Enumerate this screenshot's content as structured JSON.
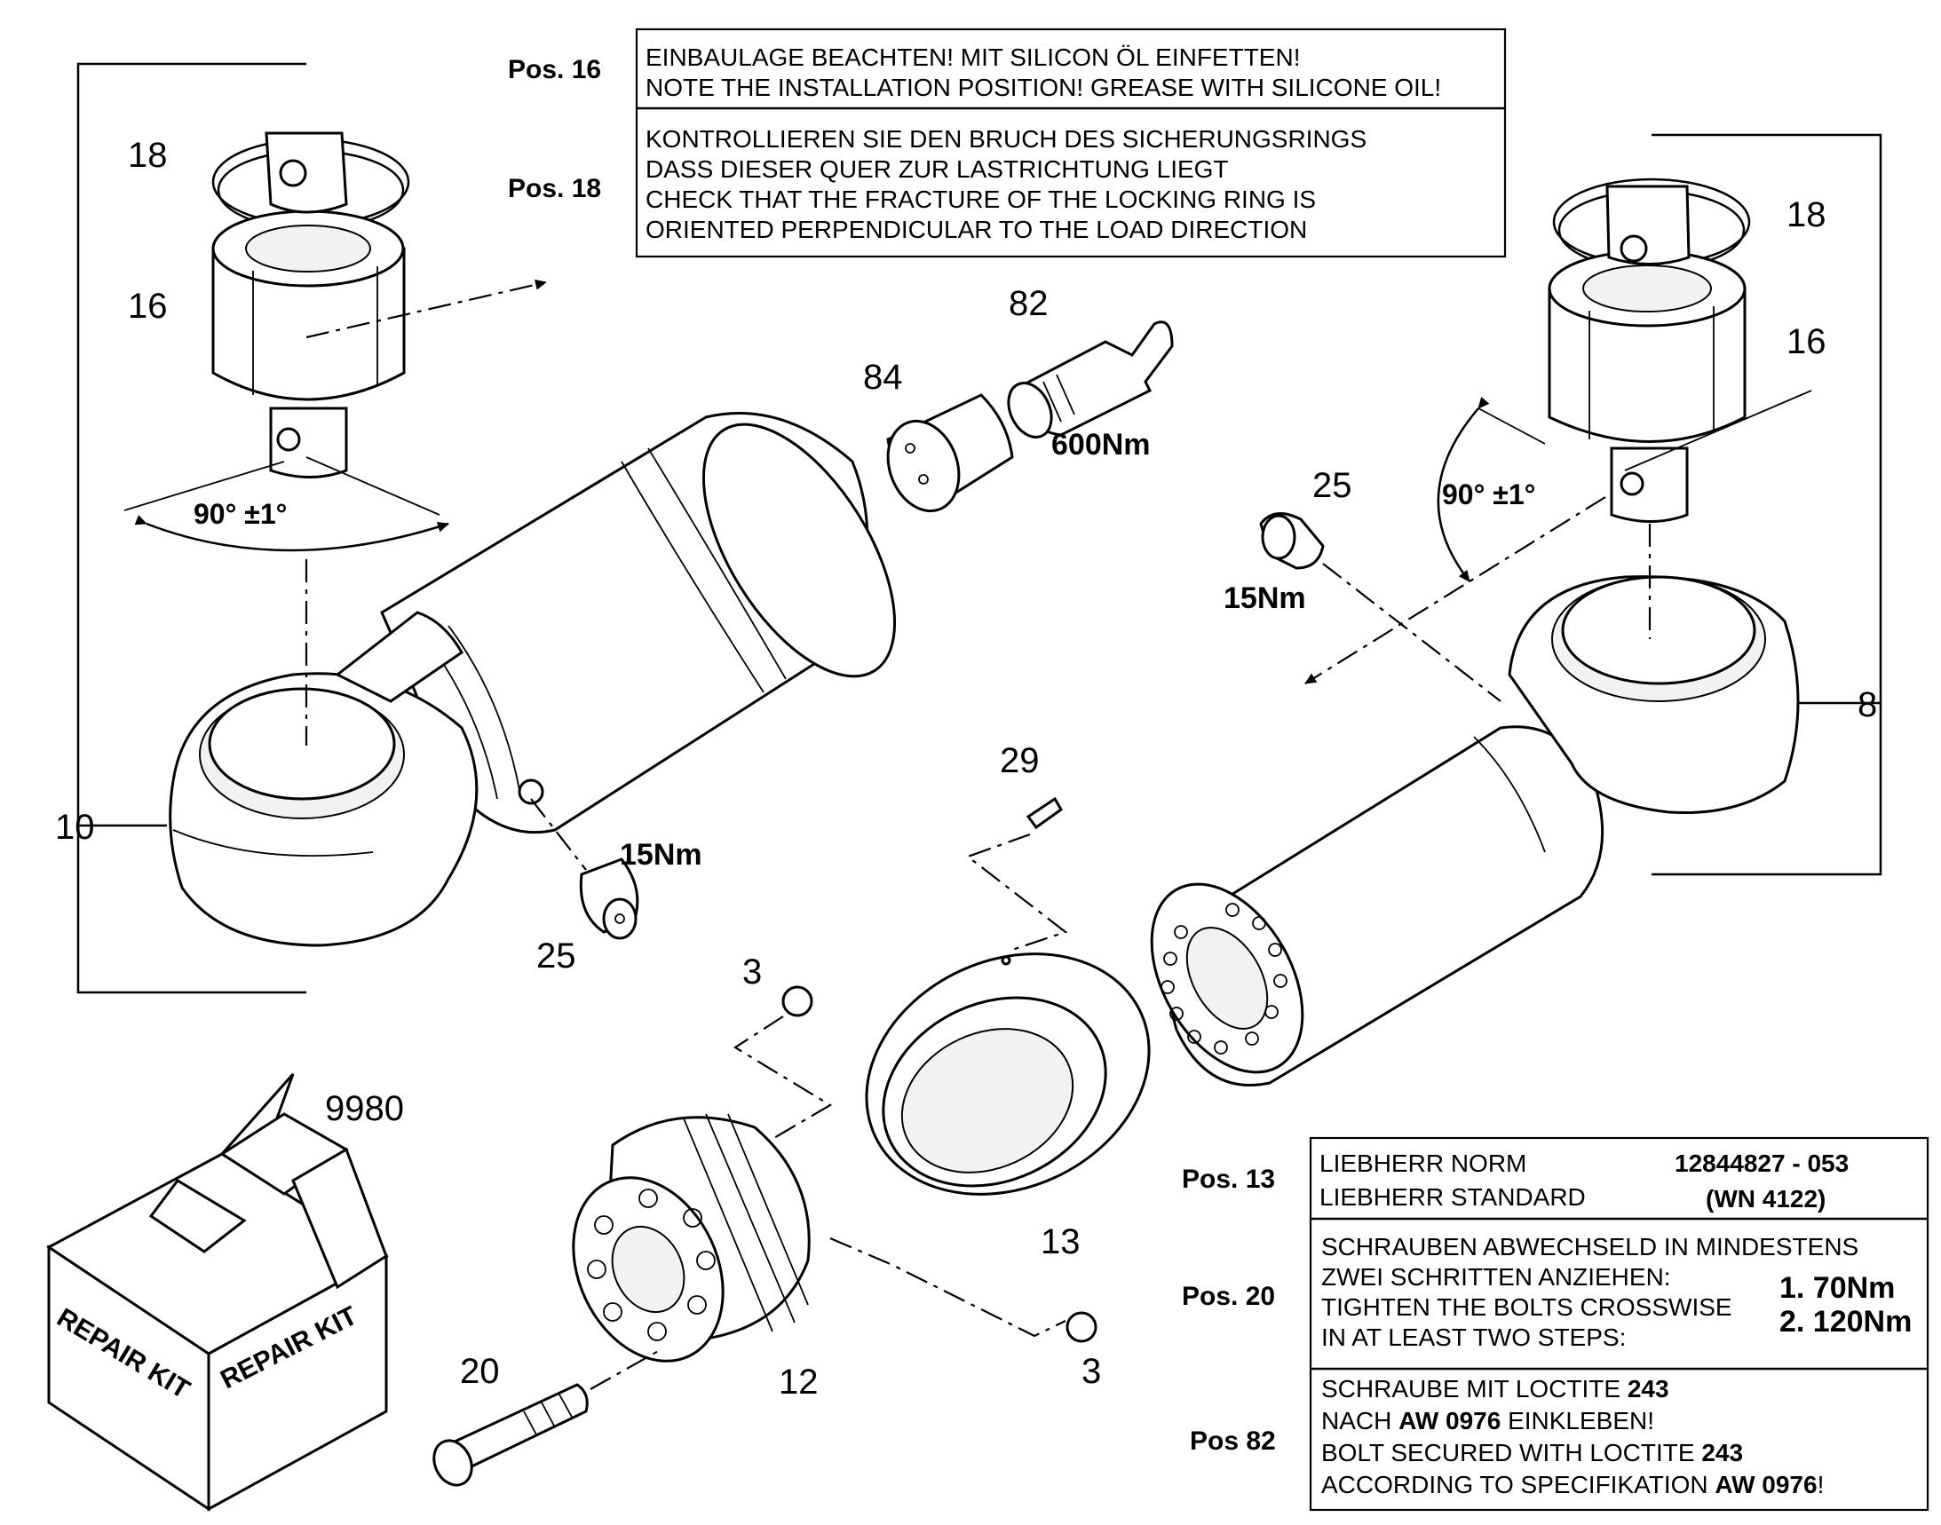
{
  "notes_top": {
    "pos16_label": "Pos. 16",
    "pos16_line1": "EINBAULAGE BEACHTEN! MIT SILICON ÖL EINFETTEN!",
    "pos16_line2": "NOTE THE INSTALLATION POSITION! GREASE WITH SILICONE OIL!",
    "pos18_label": "Pos. 18",
    "pos18_line1": "KONTROLLIEREN SIE DEN BRUCH DES SICHERUNGSRINGS",
    "pos18_line2": "DASS DIESER QUER ZUR LASTRICHTUNG LIEGT",
    "pos18_line3": "CHECK THAT THE FRACTURE OF THE LOCKING RING IS",
    "pos18_line4": "ORIENTED PERPENDICULAR TO THE LOAD DIRECTION"
  },
  "notes_bottom": {
    "pos13_label": "Pos. 13",
    "pos13_line1": "LIEBHERR NORM",
    "pos13_line2": "LIEBHERR STANDARD",
    "pos13_num": "12844827 - 053",
    "pos13_std": "(WN 4122)",
    "pos20_label": "Pos. 20",
    "pos20_line1": "SCHRAUBEN ABWECHSELD IN MINDESTENS",
    "pos20_line2": "ZWEI SCHRITTEN ANZIEHEN:",
    "pos20_line3": "TIGHTEN THE BOLTS CROSSWISE",
    "pos20_line4": "IN AT LEAST TWO STEPS:",
    "pos20_step1": "1.   70Nm",
    "pos20_step2": "2. 120Nm",
    "pos82_label": "Pos 82",
    "pos82_l1a": "SCHRAUBE MIT LOCTITE ",
    "pos82_l1b": "243",
    "pos82_l2a": "NACH ",
    "pos82_l2b": "AW 0976",
    "pos82_l2c": " EINKLEBEN!",
    "pos82_l3a": "BOLT SECURED WITH LOCTITE ",
    "pos82_l3b": "243",
    "pos82_l4a": "ACCORDING TO SPECIFIKATION ",
    "pos82_l4b": "AW 0976",
    "pos82_l4c": "!"
  },
  "callouts": {
    "left_bracket": "10",
    "right_bracket": "8",
    "left_ring": "18",
    "left_bearing": "16",
    "right_ring": "18",
    "right_bearing": "16",
    "fitting_84": "84",
    "fitting_82": "82",
    "grease_left": "25",
    "grease_right": "25",
    "set_screw": "29",
    "ball_upper": "3",
    "ball_lower": "3",
    "head_ring": "13",
    "piston": "12",
    "bolt": "20",
    "kit_number": "9980"
  },
  "torques": {
    "fitting_82": "600Nm",
    "grease_left": "15Nm",
    "grease_right": "15Nm"
  },
  "angles": {
    "left": "90° ±1°",
    "right": "90° ±1°"
  },
  "repair_kit": {
    "label_front": "REPAIR KIT",
    "label_side": "REPAIR KIT"
  }
}
